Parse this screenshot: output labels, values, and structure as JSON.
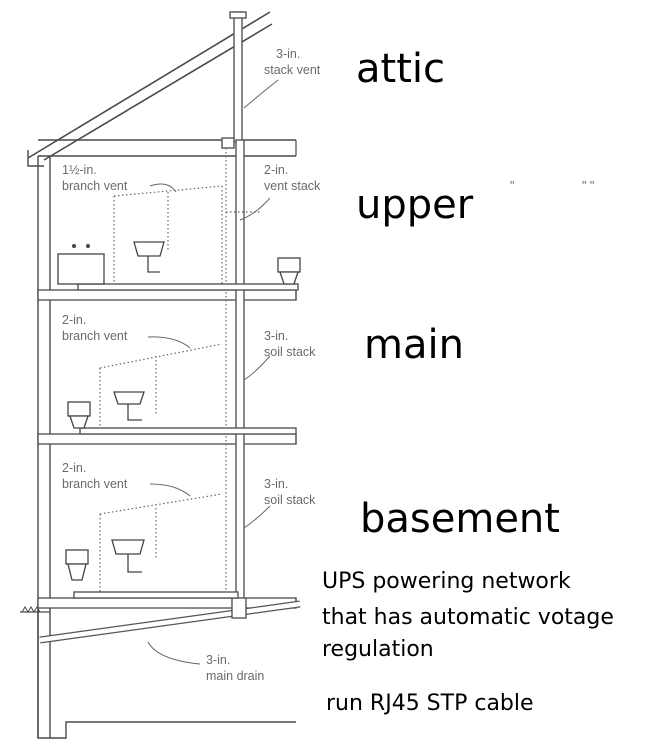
{
  "callouts": {
    "stack_vent": [
      "3-in.",
      "stack vent"
    ],
    "upper_branch_vent": [
      "1½-in.",
      "branch vent"
    ],
    "vent_stack": [
      "2-in.",
      "vent stack"
    ],
    "main_branch_vent": [
      "2-in.",
      "branch vent"
    ],
    "main_soil_stack": [
      "3-in.",
      "soil stack"
    ],
    "basement_branch_vent": [
      "2-in.",
      "branch vent"
    ],
    "basement_soil_stack": [
      "3-in.",
      "soil stack"
    ],
    "main_drain": [
      "3-in.",
      "main drain"
    ]
  },
  "floors": {
    "attic": "attic",
    "upper": "upper",
    "main": "main",
    "basement": "basement"
  },
  "notes": {
    "ups_line1": "UPS powering network",
    "ups_line2": "that has automatic votage",
    "ups_line3": "regulation",
    "cable": "run RJ45 STP cable"
  },
  "marks": {
    "upper_mark_1": "\"",
    "upper_mark_2": "\" \""
  },
  "colors": {
    "annotation_text": "#6b6b6b",
    "floor_label": "#000000",
    "line_art": "#4a4a4a"
  }
}
